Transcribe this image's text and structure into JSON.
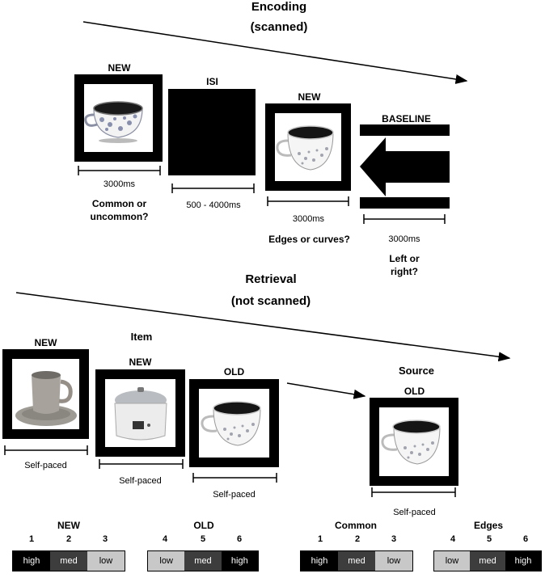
{
  "encoding": {
    "title": "Encoding",
    "subtitle": "(scanned)",
    "trials": [
      {
        "label": "NEW",
        "object": "teacup-floral",
        "duration": "3000ms",
        "question": [
          "Common or",
          "uncommon?"
        ]
      },
      {
        "label": "ISI",
        "duration": "500 - 4000ms"
      },
      {
        "label": "NEW",
        "object": "teacup-floral",
        "duration": "3000ms",
        "question": [
          "Edges or curves?"
        ]
      },
      {
        "label": "BASELINE",
        "duration": "3000ms",
        "question": [
          "Left or",
          "right?"
        ]
      }
    ]
  },
  "retrieval": {
    "title": "Retrieval",
    "subtitle": "(not scanned)",
    "item_label": "Item",
    "source_label": "Source",
    "trials": [
      {
        "label": "NEW",
        "object": "ceramic-cup-saucer",
        "duration": "Self-paced"
      },
      {
        "label": "NEW",
        "object": "rice-cooker",
        "duration": "Self-paced"
      },
      {
        "label": "OLD",
        "object": "teacup-floral",
        "duration": "Self-paced"
      },
      {
        "label": "OLD",
        "object": "teacup-floral",
        "duration": "Self-paced"
      }
    ]
  },
  "scales": [
    {
      "title": "NEW",
      "numbers": [
        "1",
        "2",
        "3"
      ],
      "cells": [
        "high",
        "med",
        "low"
      ]
    },
    {
      "title": "OLD",
      "numbers": [
        "4",
        "5",
        "6"
      ],
      "cells": [
        "low",
        "med",
        "high"
      ]
    },
    {
      "title": "Common",
      "numbers": [
        "1",
        "2",
        "3"
      ],
      "cells": [
        "high",
        "med",
        "low"
      ]
    },
    {
      "title": "Edges",
      "numbers": [
        "4",
        "5",
        "6"
      ],
      "cells": [
        "low",
        "med",
        "high"
      ]
    }
  ]
}
